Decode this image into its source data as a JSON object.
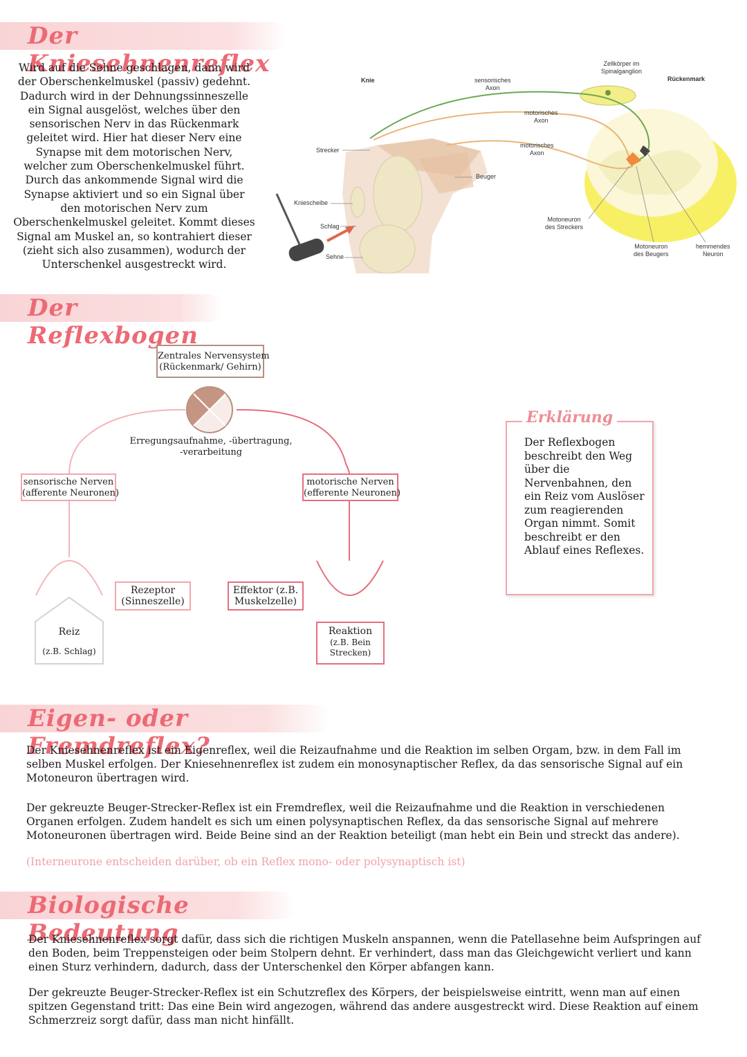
{
  "sections": {
    "kniesehnen_title": "Der Kniesehnenreflex",
    "reflexbogen_title": "Der Reflexbogen",
    "eigen_title": "Eigen- oder Fremdreflex?",
    "bedeutung_title": "Biologische Bedeutung"
  },
  "intro_lines": [
    "Wird auf die Sehne geschlagen, dann wird",
    "der Oberschenkelmuskel (passiv) gedehnt.",
    "Dadurch wird in der Dehnungssinneszelle",
    "ein Signal ausgelöst, welches über den",
    "sensorischen Nerv in das Rückenmark",
    "geleitet wird. Hier hat dieser Nerv eine",
    "Synapse mit dem motorischen Nerv,",
    "welcher zum Oberschenkelmuskel führt.",
    "Durch das ankommende Signal wird die",
    "Synapse aktiviert und so ein Signal über",
    "den motorischen Nerv zum",
    "Oberschenkelmuskel geleitet. Kommt dieses",
    "Signal am Muskel an, so kontrahiert dieser",
    "(zieht sich also zusammen), wodurch der",
    "Unterschenkel ausgestreckt wird."
  ],
  "anatomy": {
    "knie": "Knie",
    "sensorisches_axon": "sensorisches\nAxon",
    "zellkoerper": "Zellkörper im\nSpinalganglion",
    "rueckenmark": "Rückenmark",
    "motorisches_axon_1": "motorisches\nAxon",
    "motorisches_axon_2": "motorisches\nAxon",
    "strecker": "Strecker",
    "beuger": "Beuger",
    "kniescheibe": "Kniescheibe",
    "schlag": "Schlag",
    "sehne": "Sehne",
    "motoneuron_strecker": "Motoneuron\ndes Streckers",
    "motoneuron_beuger": "Motoneuron\ndes Beugers",
    "hemmendes_neuron": "hemmendes\nNeuron"
  },
  "reflexbogen": {
    "zns": "Zentrales Nervensystem\n(Rückenmark/ Gehirn)",
    "erregung": "Erregungsaufnahme, -übertragung,\n-verarbeitung",
    "sensorische": "sensorische Nerven\n(afferente Neuronen)",
    "motorische": "motorische Nerven\n(efferente Neuronen)",
    "rezeptor": "Rezeptor\n(Sinneszelle)",
    "effektor": "Effektor (z.B.\nMuskelzelle)",
    "reiz": "Reiz",
    "reiz_bsp": "(z.B. Schlag)",
    "reaktion": "Reaktion",
    "reaktion_bsp": "(z.B. Bein\nStrecken)"
  },
  "erklaerung": {
    "title": "Erklärung",
    "text": "Der Reflexbogen beschreibt den Weg über die Nervenbahnen, den ein Reiz vom Auslöser zum reagierenden Organ nimmt. Somit beschreibt er den Ablauf eines Reflexes."
  },
  "eigen": {
    "p1": "Der Kniesehnenreflex ist ein Eigenreflex, weil die Reizaufnahme und die Reaktion im selben Orgam, bzw. in dem Fall im selben Muskel erfolgen. Der Kniesehnenreflex ist zudem ein monosynaptischer Reflex, da das sensorische Signal auf ein Motoneuron übertragen wird.",
    "p2": "Der gekreuzte Beuger-Strecker-Reflex ist ein Fremdreflex, weil die Reizaufnahme und die Reaktion in verschiedenen Organen erfolgen. Zudem handelt es sich um einen polysynaptischen Reflex, da das sensorische Signal auf mehrere Motoneuronen übertragen wird. Beide Beine sind an der Reaktion beteiligt (man hebt ein Bein und streckt das andere).",
    "note": "(Interneurone entscheiden darüber, ob ein Reflex mono- oder polysynaptisch ist)"
  },
  "bedeutung": {
    "p1": "Der Kniesehnenreflex sorgt dafür, dass sich die richtigen Muskeln anspannen, wenn die Patellasehne beim Aufspringen auf den Boden, beim Treppensteigen oder beim Stolpern dehnt. Er verhindert, dass man das Gleichgewicht verliert und kann einen Sturz verhindern, dadurch, dass der Unterschenkel den Körper abfangen kann.",
    "p2": "Der gekreuzte Beuger-Strecker-Reflex ist ein Schutzreflex des Körpers, der beispielsweise eintritt, wenn man auf einen spitzen Gegenstand tritt: Das eine Bein wird angezogen, während das andere ausgestreckt wird. Diese Reaktion auf einem Schmerzreiz sorgt dafür, dass man nicht hinfällt."
  }
}
